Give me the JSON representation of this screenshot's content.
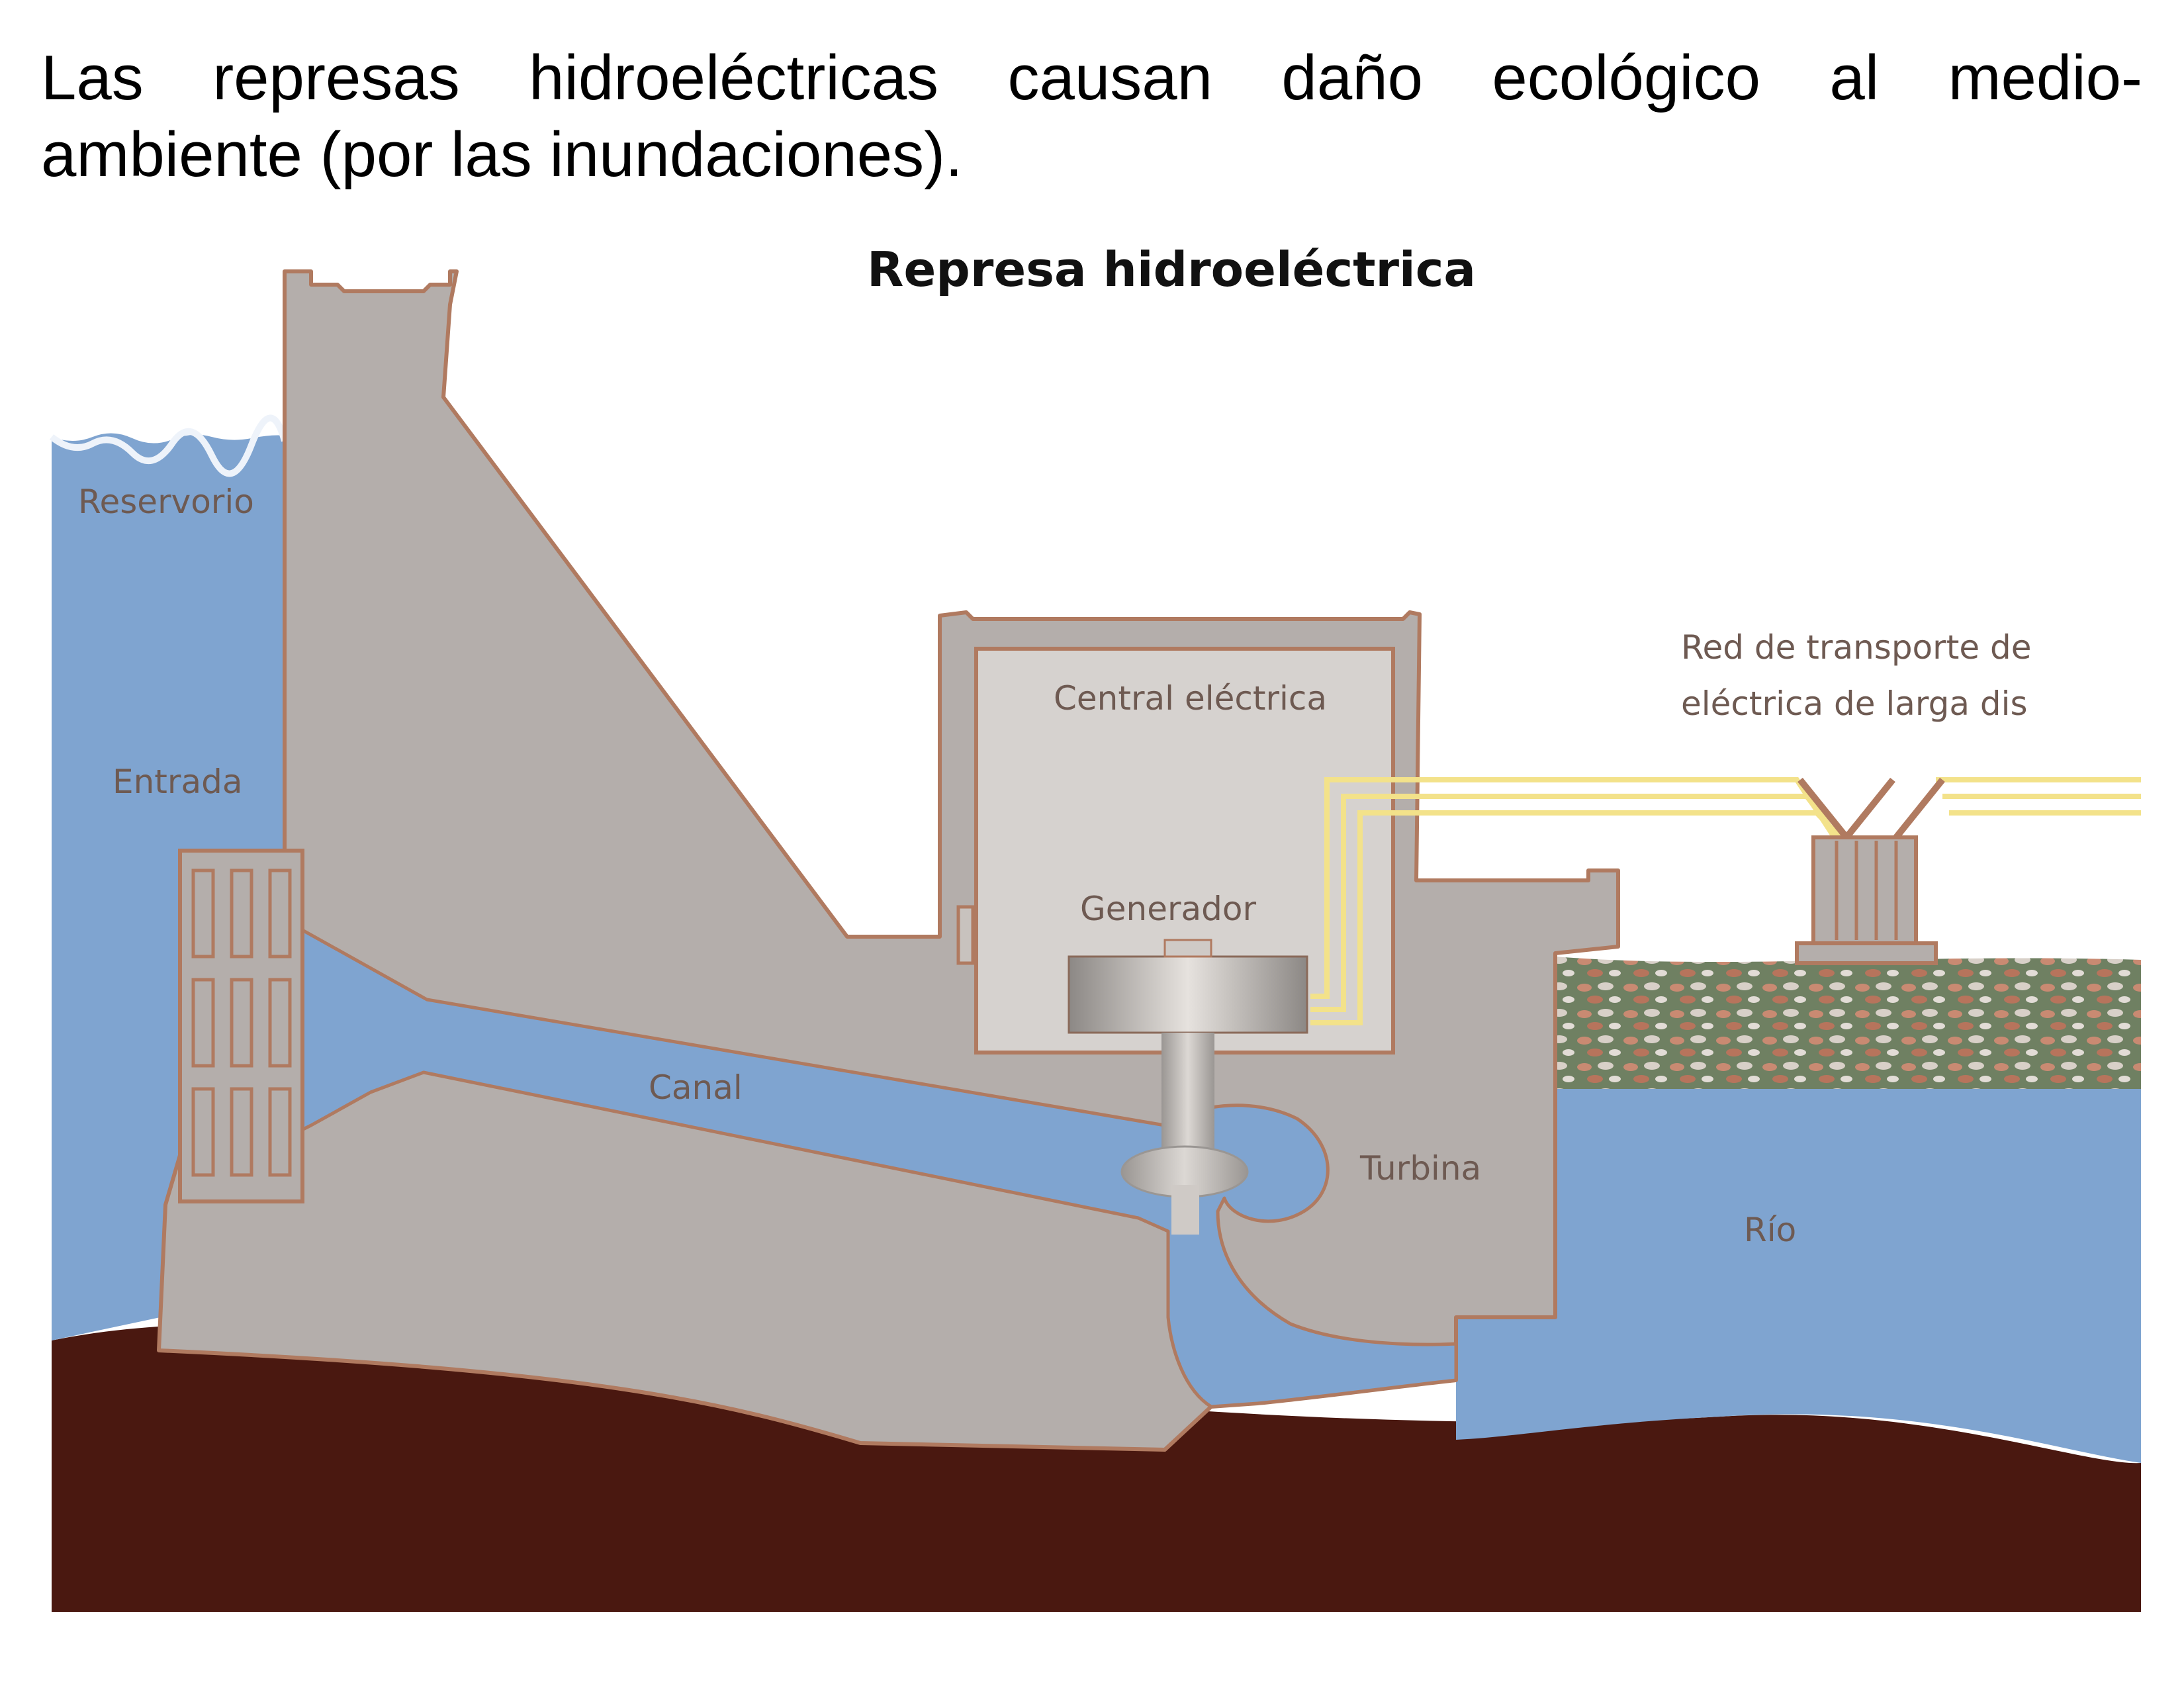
{
  "intro": {
    "line1": "Las represas hidroeléctricas causan daño ecológico al medio-",
    "line2": "ambiente (por las inundaciones)."
  },
  "diagram": {
    "title": "Represa hidroeléctrica",
    "labels": {
      "reservoir": "Reservorio",
      "intake": "Entrada",
      "powerhouse": "Central eléctrica",
      "generator": "Generador",
      "penstock": "Canal",
      "turbine": "Turbina",
      "river": "Río",
      "lines_1": "Red de transporte de",
      "lines_2": "eléctrica de larga dis"
    },
    "colors": {
      "water": "#7fa4d0",
      "concrete": "#b4aeab",
      "outline": "#b07a60",
      "bedrock": "#4a1810",
      "riverbank": "#6f8062",
      "powerline": "#f3e28a"
    }
  }
}
